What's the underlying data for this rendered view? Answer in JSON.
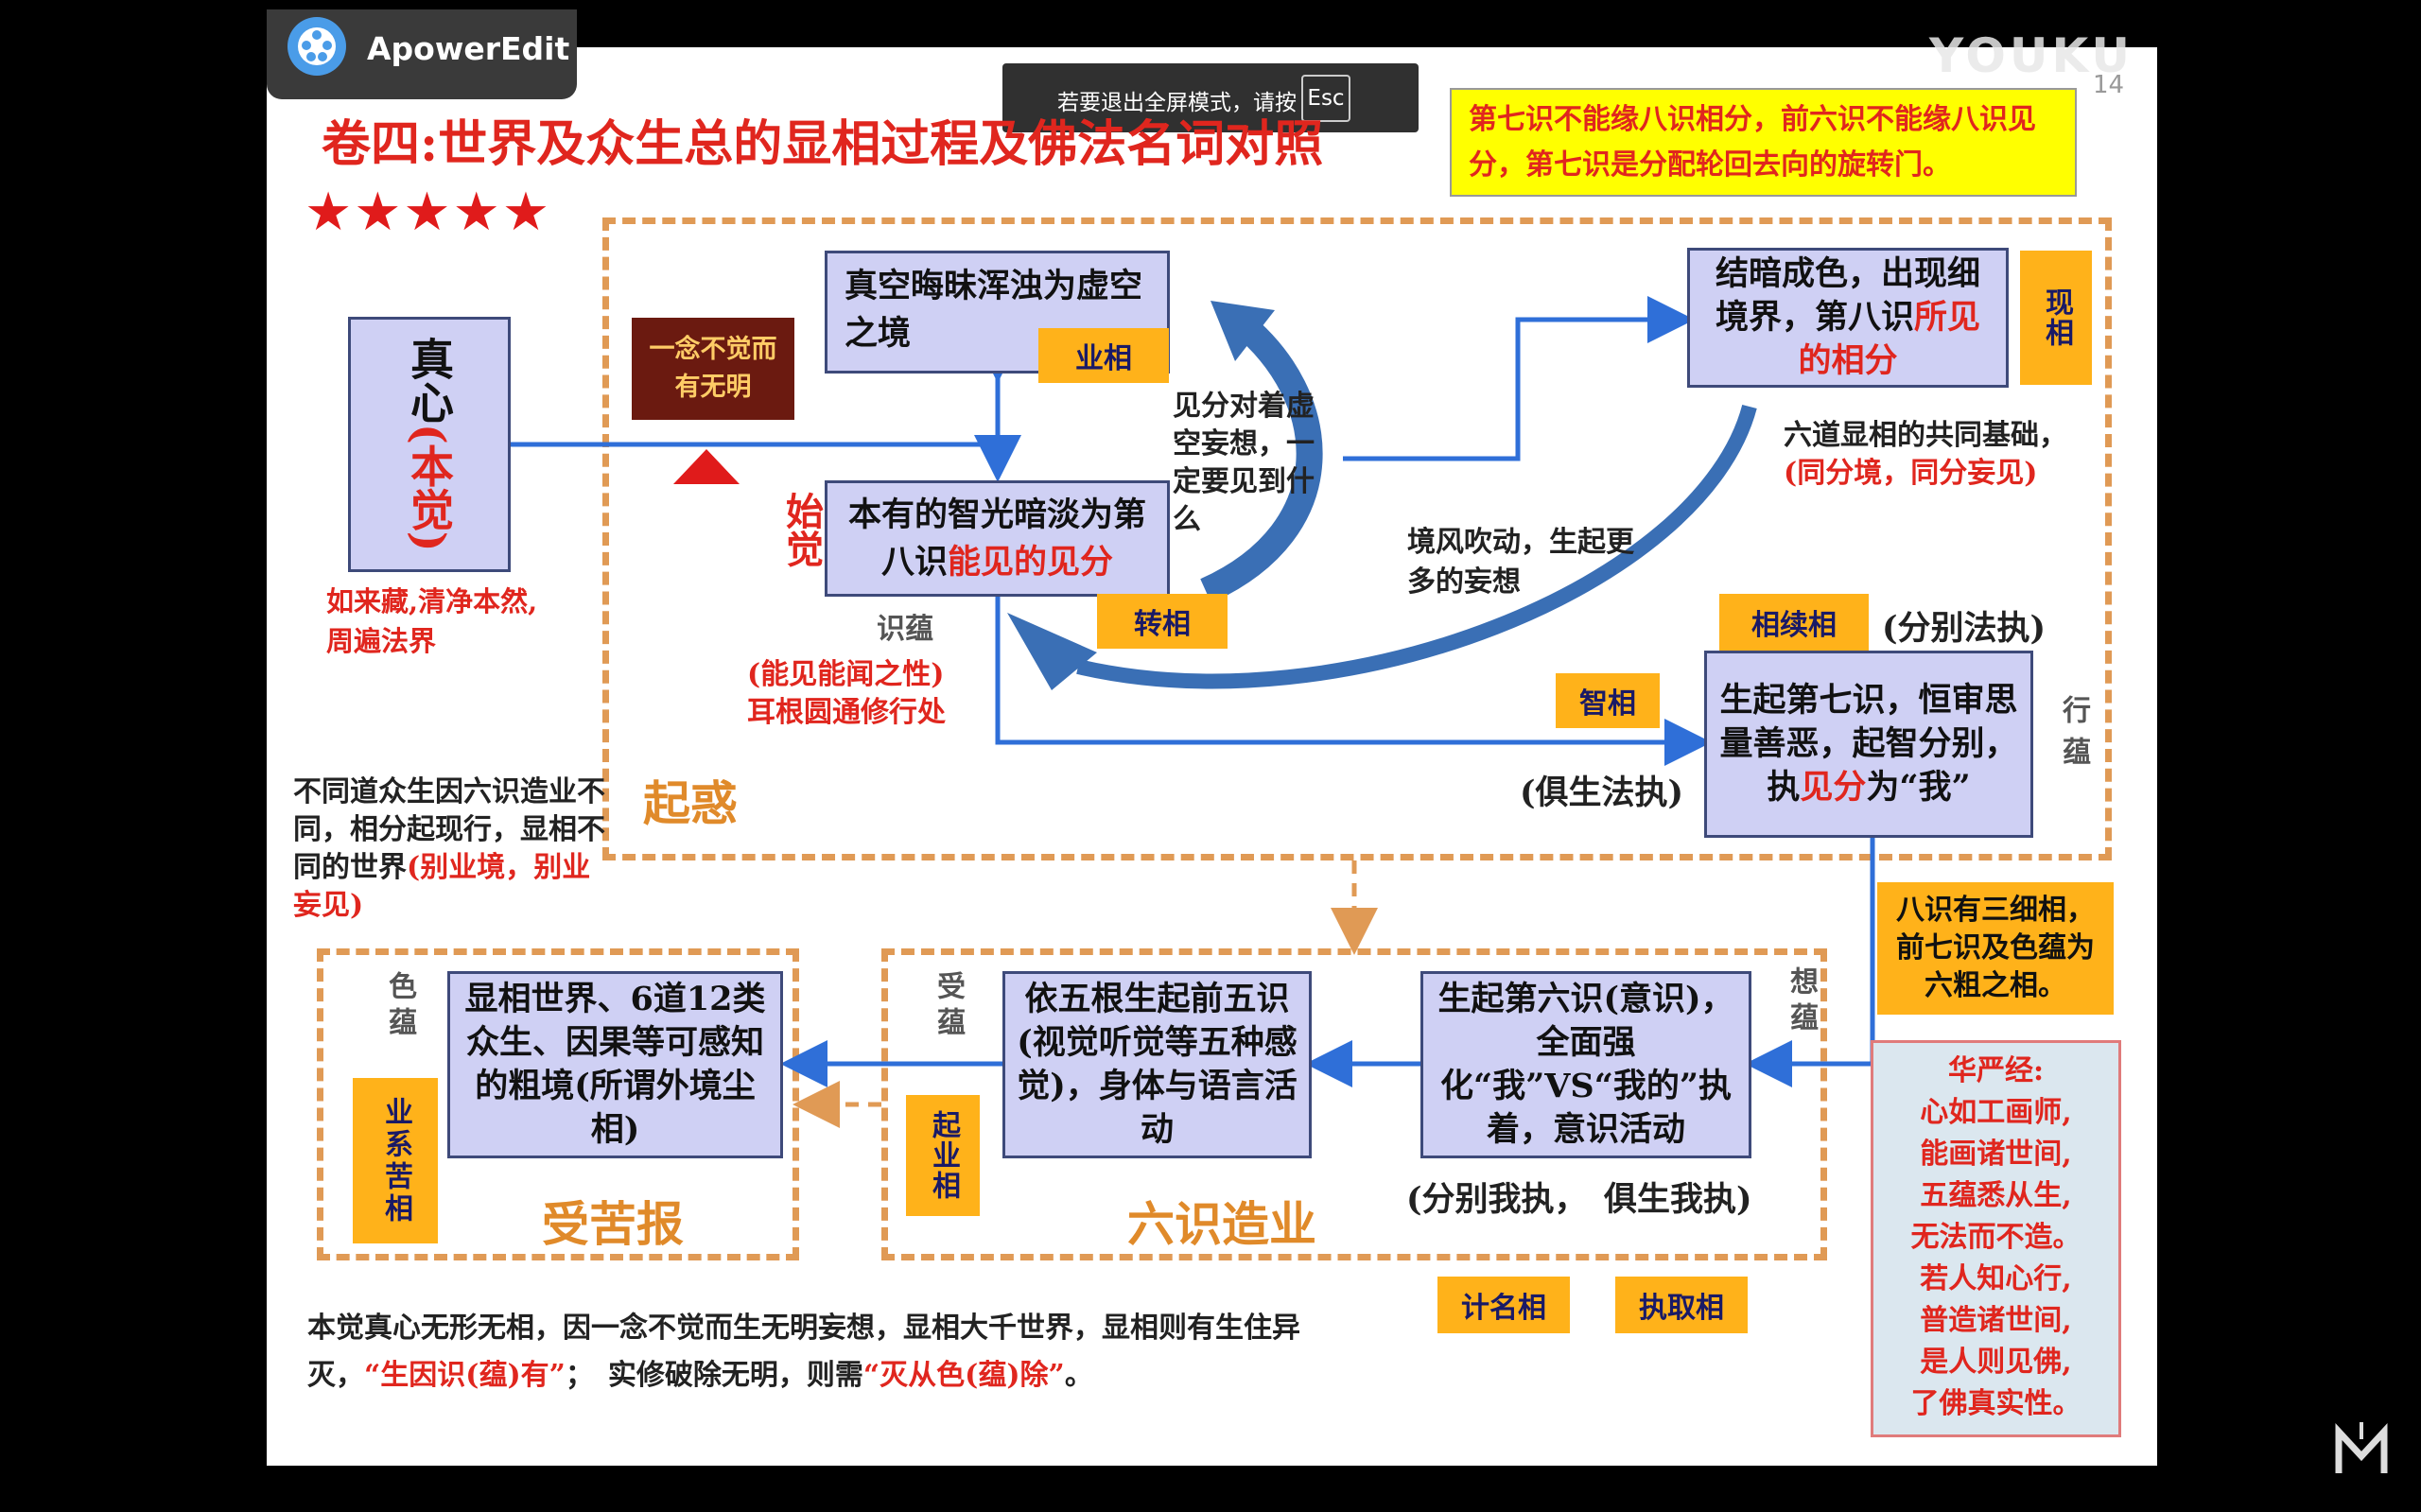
{
  "app": {
    "name": "ApowerEdit"
  },
  "fullscreen_notice": {
    "text": "若要退出全屏模式，请按",
    "key": "Esc"
  },
  "watermark": {
    "brand": "YOUKU",
    "page": "14"
  },
  "title": "卷四:世界及众生总的显相过程及佛法名词对照",
  "rating": "★★★★★",
  "note_box": "第七识不能缘八识相分，前六识不能缘八识见分，第七识是分配轮回去向的旋转门。",
  "true_mind": {
    "line1": "真心",
    "paren": "(本觉)",
    "desc": "如来藏,清净本然,周遍法界"
  },
  "ignorance": "一念不觉而有无明",
  "void_box": {
    "text": "真空晦昧浑浊为虚空之境",
    "tag": "业相"
  },
  "shijue": "始觉",
  "eighth_see": {
    "text": "本有的智光暗淡为第八识",
    "red": "能见的见分",
    "tag": "转相"
  },
  "shiyun": "识蕴",
  "ear_root": {
    "line1": "(能见能闻之性)",
    "line2": "耳根圆通修行处"
  },
  "see_void": "见分对着虚空妄想，一定要见到什么",
  "wind": "境风吹动，生起更多的妄想",
  "form_box": {
    "text": "结暗成色，出现细境界，第八识",
    "red": "所见的相分",
    "tag": "现相"
  },
  "six_realms": {
    "line1": "六道显相的共同基础，",
    "line2": "(同分境，同分妄见)"
  },
  "xiangxu": {
    "tag": "相续相",
    "label": "(分别法执)"
  },
  "zhi": "智相",
  "seventh": {
    "text": "生起第七识，恒审思量善恶，起智分别，执",
    "red": "见分",
    "tail": "为“我”"
  },
  "xingyun": "行蕴",
  "jusheng_fa": "(俱生法执)",
  "qihuo": "起惑",
  "diff_beings": {
    "text": "不同道众生因六识造业不同，相分起现行，显相不同的世界",
    "red": "(别业境，别业妄见)"
  },
  "eight_three": "八识有三细相，前七识及色蕴为六粗之相。",
  "sixth": {
    "text": "生起第六识(意识)，全面强化“我”VS“我的”执着，意识活动",
    "label": "(分别我执，　俱生我执)"
  },
  "xiangyun": "想蕴",
  "five_senses": {
    "text": "依五根生起前五识(视觉听觉等五种感觉)，身体与语言活动"
  },
  "shouyun": "受蕴",
  "qiye": "起业相",
  "six_karma": "六识造业",
  "world": {
    "text": "显相世界、6道12类众生、因果等可感知的粗境(所谓外境尘相)"
  },
  "seyun": "色蕴",
  "yexi": "业系苦相",
  "suffer": "受苦报",
  "jiming": "计名相",
  "zhiqu": "执取相",
  "huayan": {
    "title": "华严经:",
    "lines": [
      "心如工画师,",
      "能画诸世间,",
      "五蕴悉从生,",
      "无法而不造。",
      "若人知心行,",
      "普造诸世间,",
      "是人则见佛,",
      "了佛真实性。"
    ]
  },
  "bottom": {
    "part1": "本觉真心无形无相，因一念不觉而生无明妄想，显相大千世界，显相则有生住异灭，",
    "red1": "“生因识(蕴)有”",
    "sep": "；　实修破除无明，则需",
    "red2": "“灭从色(蕴)除”",
    "end": "。"
  },
  "colors": {
    "accent": "#e0261e",
    "tag": "#ffb21a",
    "node": "#cfd0f4",
    "arrow": "#2f6fd8"
  }
}
